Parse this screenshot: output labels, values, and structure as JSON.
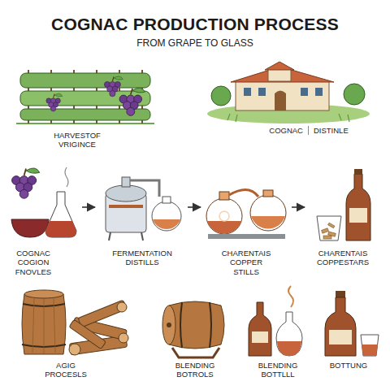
{
  "diagram": {
    "title": "COGNAC PRODUCTION PROCESS",
    "nodes": [
      {
        "text": [
          "HARVESTOF VRIGINCE"
        ]
      },
      {
        "text": [
          "COGNAC",
          "DISTINLE"
        ]
      },
      {
        "text": [
          "COGNAC COGION FNOVLES"
        ]
      },
      {
        "text": [
          "FERMENTATION DISTILLS"
        ]
      },
      {
        "text": [
          "CHARENTAIS COPPER STILLS"
        ]
      },
      {
        "text": [
          "CHARENTAIS COPPESTARS"
        ]
      },
      {
        "text": [
          "AGIG PROCESLS"
        ]
      },
      {
        "text": [
          "BLENDING BOTROLS"
        ]
      },
      {
        "text": [
          "BLENDING BOTTLLL"
        ]
      },
      {
        "text": [
          "BOTTUNG"
        ]
      }
    ],
    "edges": [
      {
        "from": 2,
        "to": 3,
        "arrow": "to"
      },
      {
        "from": 3,
        "to": 4,
        "arrow": "to"
      },
      {
        "from": 4,
        "to": 5,
        "arrow": "to"
      }
    ],
    "labels": [
      "FROM GRAPE TO GLASS"
    ]
  }
}
